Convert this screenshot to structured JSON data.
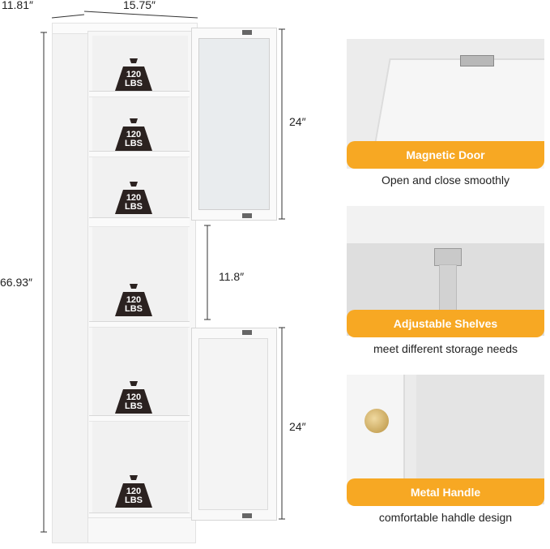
{
  "dimensions": {
    "depth": "11.81″",
    "width": "15.75″",
    "height": "66.93″",
    "upper_door": "24″",
    "middle_gap": "11.8″",
    "lower_door": "24″"
  },
  "weight_badge": {
    "line1": "120",
    "line2": "LBS"
  },
  "features": [
    {
      "title": "Magnetic Door",
      "caption": "Open and close smoothly"
    },
    {
      "title": "Adjustable Shelves",
      "caption": "meet different storage needs"
    },
    {
      "title": "Metal Handle",
      "caption": "comfortable hahdle design"
    }
  ],
  "colors": {
    "accent": "#f7a823",
    "weight_icon": "#2b2220",
    "cabinet": "#f7f7f7"
  }
}
